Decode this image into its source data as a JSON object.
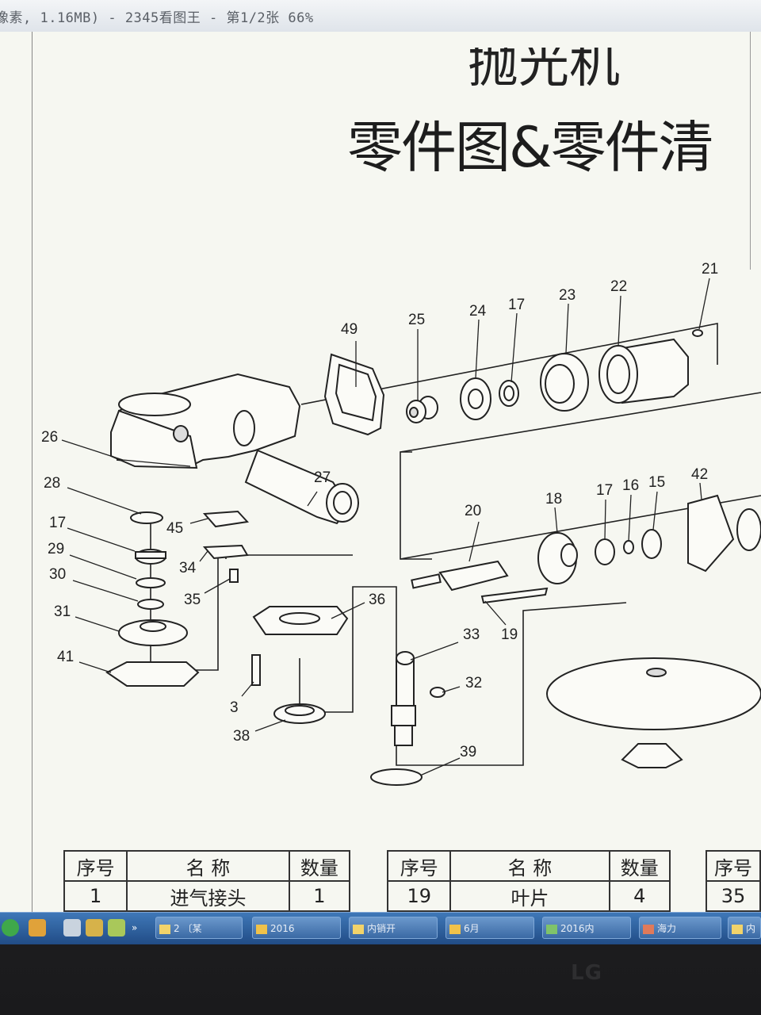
{
  "window": {
    "title": "像素, 1.16MB) - 2345看图王 - 第1/2张 66%"
  },
  "document": {
    "heading_partial": "抛光机",
    "heading": "零件图&零件清"
  },
  "diagram": {
    "part_labels": [
      "21",
      "22",
      "23",
      "17",
      "24",
      "25",
      "49",
      "26",
      "27",
      "28",
      "45",
      "17",
      "34",
      "29",
      "30",
      "35",
      "31",
      "41",
      "36",
      "20",
      "18",
      "17",
      "16",
      "15",
      "42",
      "19",
      "33",
      "32",
      "3",
      "38",
      "39"
    ]
  },
  "parts_table": {
    "headers": {
      "no": "序号",
      "name": "名 称",
      "qty": "数量"
    },
    "tables": [
      {
        "rows": [
          {
            "no": "1",
            "name": "进气接头",
            "qty": "1"
          }
        ]
      },
      {
        "rows": [
          {
            "no": "19",
            "name": "叶片",
            "qty": "4"
          }
        ]
      },
      {
        "rows": [
          {
            "no": "35",
            "name": "",
            "qty": ""
          }
        ]
      }
    ]
  },
  "taskbar": {
    "buttons": [
      {
        "label": "2 〔某"
      },
      {
        "label": "2016"
      },
      {
        "label": "内销开"
      },
      {
        "label": "6月"
      },
      {
        "label": "2016内"
      },
      {
        "label": "海力"
      },
      {
        "label": "内"
      }
    ]
  },
  "bezel": {
    "logo": "LG"
  },
  "colors": {
    "taskbar": "#2b5d9a",
    "page": "#f6f7f1",
    "ink": "#222222"
  }
}
